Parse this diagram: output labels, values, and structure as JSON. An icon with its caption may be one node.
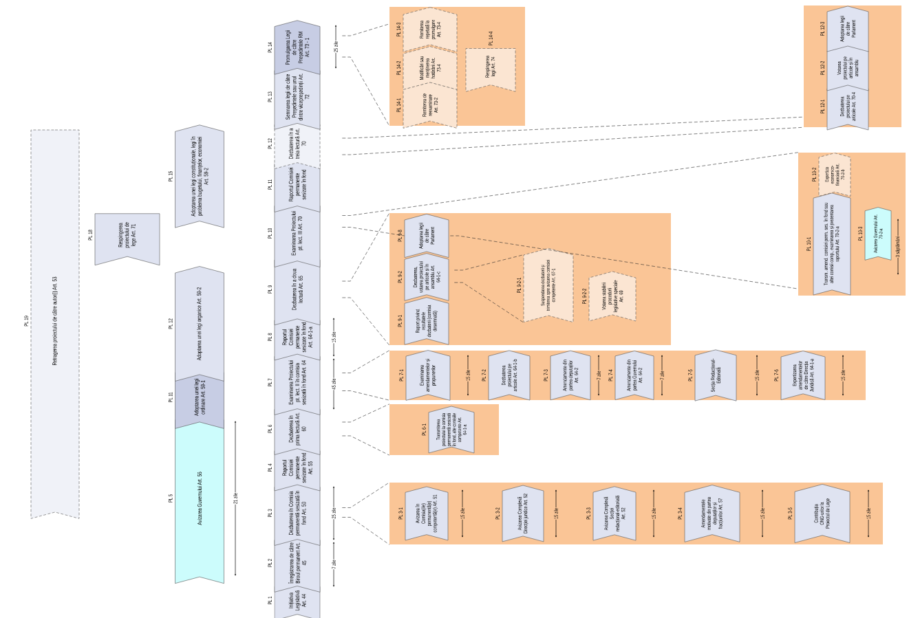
{
  "diagram": {
    "nodes": [
      {
        "text": [
          "PL 1",
          "Inițiativa Legislativă Art. 44"
        ]
      },
      {
        "text": [
          "PL 2",
          "Înregistrarea de către Biroul permanent Art. 45"
        ]
      },
      {
        "text": [
          "PL 3",
          "Dezbaterea în Comisia permanentă sesizată în fond Art. 50"
        ]
      },
      {
        "text": [
          "PL 4",
          "Raportul Comisiei permanente sesizate în fond Art. 55"
        ]
      },
      {
        "text": [
          "PL 6",
          "Dezbaterea în prima lectură Art. 60"
        ]
      },
      {
        "text": [
          "PL 7",
          "Examinarea Proiectului pt. lect. II în comisia sesizată în fond Art. 64"
        ]
      },
      {
        "text": [
          "PL 8",
          "Raportul Comisiei permanente sesizate în fond Art. 64-1-a"
        ]
      },
      {
        "text": [
          "PL 9",
          "Dezbaterea în a doua lectură Art. 65"
        ]
      },
      {
        "text": [
          "PL 10",
          "Examinarea Proiectului pt. lect. III Art. 70"
        ]
      },
      {
        "text": [
          "PL 11",
          "Raportul Comisiei permanente sesizate în fond"
        ]
      },
      {
        "text": [
          "PL 12",
          "Dezbaterea în a treia lectură Art. 70"
        ]
      },
      {
        "text": [
          "PL 13",
          "Semnarea legii de către Președintele sau unul dintre vicepreședinții Art. 72"
        ]
      },
      {
        "text": [
          "PL 14",
          "Promulgarea Legii de către Președintele RM Art. 73 - 1"
        ]
      },
      {
        "text": [
          "PL 5",
          "Avizarea Guvernului Art. 56"
        ]
      },
      {
        "text": [
          "PL 11",
          "Adoptarea unei legi ordinare Art. 59-1"
        ]
      },
      {
        "text": [
          "PL 12",
          "Adoptarea unei legi organice Art. 59-2"
        ]
      },
      {
        "text": [
          "PL 15",
          "Adoptarea unei legi constituționale, legi în problema bugetului, finanțelor, economiei Art. 59-2"
        ]
      },
      {
        "text": [
          "PL 18",
          "Respingerea proiectului de lege Art. 71"
        ]
      },
      {
        "text": [
          "PL 19",
          "Retragerea proiectului de către autor(i) Art. 53"
        ]
      },
      {
        "text": [],
        "shape": "box"
      },
      {
        "text": [
          "PL 14-1",
          "Remiterea de reexaminare Art. 73-2"
        ],
        "in": 19
      },
      {
        "text": [
          "PL 14-2",
          "Modificări sau menținerea hotărârii Art. 73-4"
        ],
        "in": 19
      },
      {
        "text": [
          "PL 14-3",
          "Remiterea repetată la promulgare Art. 73-4"
        ],
        "in": 19
      },
      {
        "text": [
          "PL 14-4",
          "Respingerea legii Art. 74"
        ],
        "in": 19
      },
      {
        "text": [],
        "shape": "box"
      },
      {
        "text": [
          "PL 12-1",
          "Dezbaterea proiectului pe articole Art. 70-4"
        ],
        "in": 24
      },
      {
        "text": [
          "PL 12-2",
          "Votarea proiectului pe articole și în ansamblu"
        ],
        "in": 24
      },
      {
        "text": [
          "PL 12-3",
          "Adoptarea legii de către Parlament"
        ],
        "in": 24
      },
      {
        "text": [],
        "shape": "box"
      },
      {
        "text": [
          "PL 10-1",
          "Transm. amend. comisiei perm. ses. în fond sau altei comisii comp., examinarea și prezentarea raportului Art. 70-2-a"
        ],
        "in": 28
      },
      {
        "text": [
          "PL 10-2",
          "Expertiza economico-financiară Art. 70-2-b"
        ],
        "in": 28
      },
      {
        "text": [
          "PL 10-3",
          "Avizarea Guvernului Art. 70-2-a"
        ],
        "in": 28
      },
      {
        "text": [],
        "shape": "box"
      },
      {
        "text": [
          "PL 9-1",
          "Raport privind rezultatele dezbaterii (comisia desemnată)"
        ],
        "in": 32
      },
      {
        "text": [
          "PL 9-2",
          "Dezbaterea, votarea proiectului pe articole și în ansamblu Art. 64-1-c"
        ],
        "in": 32
      },
      {
        "text": [
          "PL 9-8",
          "Adoptarea legii de către Parlament"
        ],
        "in": 32
      },
      {
        "text": [
          "PL 9-2-1",
          "Suspendarea dezbaterii și trimiterea spre avizarea comisiei competente Art. 67-1"
        ],
        "in": 32
      },
      {
        "text": [
          "PL 9-2-2",
          "Votarea stabilirii procedurii legislative speciale Art. 69"
        ],
        "in": 32
      },
      {
        "text": [],
        "shape": "box"
      },
      {
        "text": [
          "PL 7-1",
          "Examinarea amendamentelor și propunerilor"
        ],
        "in": 38
      },
      {
        "text": [
          "PL 7-2",
          "Dezbaterea proiectului pe articole Art. 64-1-b"
        ],
        "in": 38
      },
      {
        "text": [
          "PL 7-3",
          "Amendamente din partea deputaților Art. 64-2"
        ],
        "in": 38
      },
      {
        "text": [
          "PL 7-4",
          "Amendamente din partea Guvernului Art. 64-2"
        ],
        "in": 38
      },
      {
        "text": [
          "PL 7-5",
          "Secția Redacțional-Editorială"
        ],
        "in": 38
      },
      {
        "text": [
          "PL 7-6",
          "Expertizarea amendamentelor de către Direcția Juridică Art. 64-1-a"
        ],
        "in": 38
      },
      {
        "text": [],
        "shape": "box"
      },
      {
        "text": [
          "PL 6-1",
          "Transmiterea proiectului la comisia permanentă sesizată în fond, alte comisiile competente Art. 64-1-a"
        ],
        "in": 45
      },
      {
        "text": [],
        "shape": "box"
      },
      {
        "text": [
          "PL 3-1",
          "Avizarea în Comisia(ile) permanentă(e) competentă(e) Art. 51"
        ],
        "in": 47
      },
      {
        "text": [
          "PL 3-2",
          "Avizarea Complexă Direcției juridice Art. 52"
        ],
        "in": 47
      },
      {
        "text": [
          "PL 3-3",
          "Avizarea Complexă Secției redacțional-editorială Art. 52"
        ],
        "in": 47
      },
      {
        "text": [
          "PL 3-4",
          "Amendamentele motivate din partea deputaților și fracțiunilor Art. 57"
        ],
        "in": 47
      },
      {
        "text": [
          "PL 3-5",
          "Contribuția ONG-urilor la Proiectul de Lege"
        ],
        "in": 47
      }
    ],
    "edges": [
      {
        "from": 12,
        "to": 19,
        "arrow": "none",
        "style": "dashed"
      },
      {
        "from": 12,
        "to": 19,
        "arrow": "none",
        "style": "dashed"
      },
      {
        "from": 10,
        "to": 24,
        "arrow": "none",
        "style": "dashed"
      },
      {
        "from": 10,
        "to": 24,
        "arrow": "none",
        "style": "dashed"
      },
      {
        "from": 8,
        "to": 28,
        "arrow": "none",
        "style": "dashed"
      },
      {
        "from": 8,
        "to": 35,
        "arrow": "none",
        "style": "dashed"
      },
      {
        "from": 7,
        "to": 32,
        "arrow": "none",
        "style": "dashed"
      },
      {
        "from": 7,
        "to": 32,
        "arrow": "none",
        "style": "dashed"
      },
      {
        "from": 34,
        "to": 36,
        "arrow": "none",
        "style": "dashed"
      },
      {
        "from": 34,
        "to": 36,
        "arrow": "none",
        "style": "dashed"
      },
      {
        "from": 35,
        "to": 28,
        "arrow": "none",
        "style": "dashed"
      },
      {
        "from": 5,
        "to": 38,
        "arrow": "none",
        "style": "dashed"
      },
      {
        "from": 5,
        "to": 38,
        "arrow": "none",
        "style": "dashed"
      },
      {
        "from": 4,
        "to": 45,
        "arrow": "none",
        "style": "dashed"
      },
      {
        "from": 4,
        "to": 45,
        "arrow": "none",
        "style": "dashed"
      },
      {
        "from": 2,
        "to": 47,
        "arrow": "none",
        "style": "dashed"
      },
      {
        "from": 2,
        "to": 47,
        "arrow": "none",
        "style": "dashed"
      }
    ],
    "labels": [
      "25 zile",
      "15 zile",
      "45 zile",
      "25 zile",
      "7 zile",
      "21 zile",
      "3 săptămâni",
      "15 zile",
      "7 zile",
      "7 zile",
      "15 zile",
      "15 zile",
      "15 zile",
      "15 zile",
      "15 zile",
      "15 zile",
      "15 zile"
    ]
  }
}
